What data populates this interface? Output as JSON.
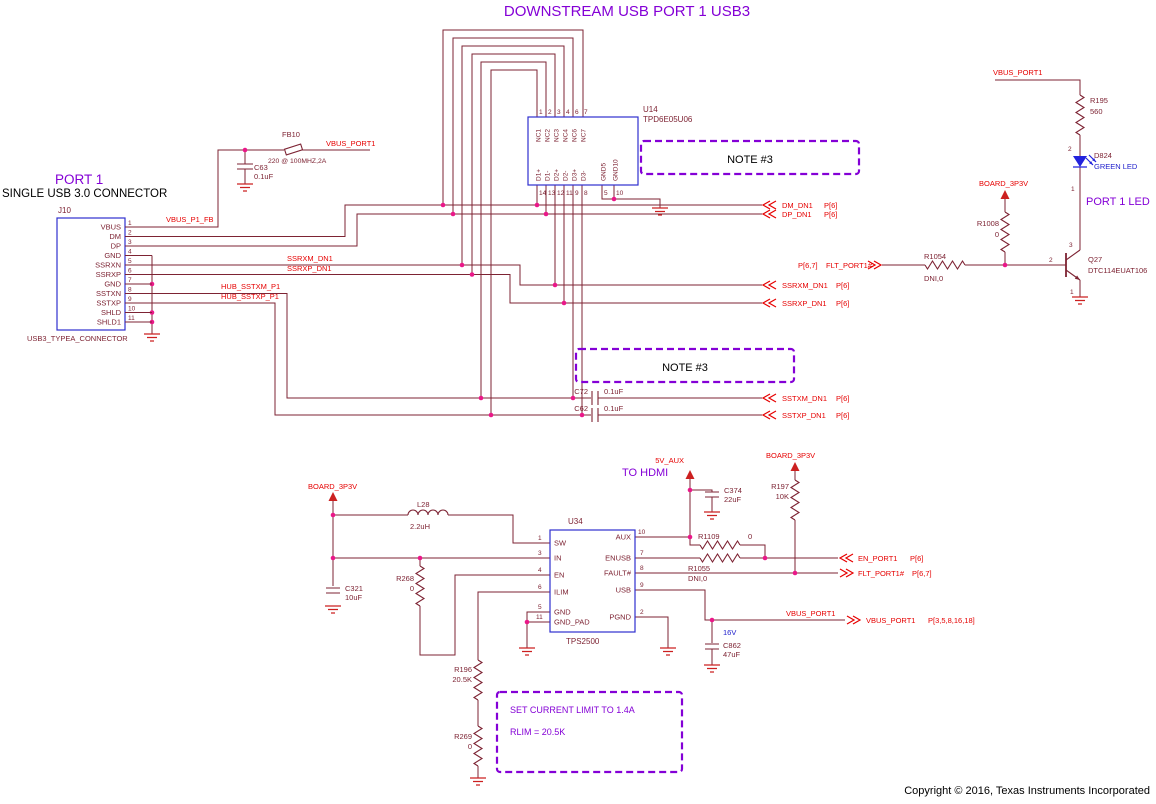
{
  "colors": {
    "wire": "#7d2333",
    "junction_dot": "#ea1889",
    "net_label_red": "#e60000",
    "symbol_outline_blue": "#3030cf",
    "annotation_purple": "#8400d6",
    "value_text_maroon": "#7d2333",
    "blue_text": "#2020cc",
    "ground_red": "#cc2020"
  },
  "title": "DOWNSTREAM USB PORT 1 USB3",
  "copyright": "Copyright © 2016, Texas Instruments Incorporated",
  "notes": {
    "note3_top": "NOTE #3",
    "note3_mid": "NOTE #3",
    "current_limit_1": "SET CURRENT LIMIT TO 1.4A",
    "current_limit_2": "RLIM = 20.5K",
    "to_hdmi": "TO HDMI",
    "port1_led": "PORT 1 LED"
  },
  "connector": {
    "heading": "PORT 1",
    "subheading": "SINGLE USB 3.0 CONNECTOR",
    "refdes": "J10",
    "footprint": "USB3_TYPEA_CONNECTOR",
    "pins": [
      {
        "num": "1",
        "name": "VBUS"
      },
      {
        "num": "2",
        "name": "DM"
      },
      {
        "num": "3",
        "name": "DP"
      },
      {
        "num": "4",
        "name": "GND"
      },
      {
        "num": "5",
        "name": "SSRXN"
      },
      {
        "num": "6",
        "name": "SSRXP"
      },
      {
        "num": "7",
        "name": "GND"
      },
      {
        "num": "8",
        "name": "SSTXN"
      },
      {
        "num": "9",
        "name": "SSTXP"
      },
      {
        "num": "10",
        "name": "SHLD"
      },
      {
        "num": "11",
        "name": "SHLD1"
      }
    ]
  },
  "u14": {
    "refdes": "U14",
    "part": "TPD6E05U06",
    "top_pins": [
      {
        "num": "1",
        "name": "NC1"
      },
      {
        "num": "2",
        "name": "NC2"
      },
      {
        "num": "3",
        "name": "NC3"
      },
      {
        "num": "4",
        "name": "NC4"
      },
      {
        "num": "6",
        "name": "NC6"
      },
      {
        "num": "7",
        "name": "NC7"
      }
    ],
    "bottom_pins": [
      {
        "num": "14",
        "name": "D1+"
      },
      {
        "num": "13",
        "name": "D1-"
      },
      {
        "num": "12",
        "name": "D2+"
      },
      {
        "num": "11",
        "name": "D2-"
      },
      {
        "num": "9",
        "name": "D3+"
      },
      {
        "num": "8",
        "name": "D3-"
      }
    ],
    "gnd_pins": [
      {
        "num": "5",
        "name": "GND5"
      },
      {
        "num": "10",
        "name": "GND10"
      }
    ]
  },
  "u34": {
    "refdes": "U34",
    "part": "TPS2500",
    "left_pins": [
      {
        "num": "1",
        "name": "SW"
      },
      {
        "num": "3",
        "name": "IN"
      },
      {
        "num": "4",
        "name": "EN"
      },
      {
        "num": "6",
        "name": "ILIM"
      },
      {
        "num": "5",
        "name": "GND"
      },
      {
        "num": "11",
        "name": "GND_PAD"
      }
    ],
    "right_pins": [
      {
        "num": "10",
        "name": "AUX"
      },
      {
        "num": "7",
        "name": "ENUSB"
      },
      {
        "num": "8",
        "name": "FAULT#"
      },
      {
        "num": "9",
        "name": "USB"
      },
      {
        "num": "2",
        "name": "PGND"
      }
    ]
  },
  "nets": {
    "vbus_p1_fb": "VBUS_P1_FB",
    "vbus_port1_top": "VBUS_PORT1",
    "ssrxm_dn1": "SSRXM_DN1",
    "ssrxp_dn1": "SSRXP_DN1",
    "hub_sstxm_p1": "HUB_SSTXM_P1",
    "hub_sstxp_p1": "HUB_SSTXP_P1",
    "vbus_port1_led": "VBUS_PORT1",
    "board_3p3v_led": "BOARD_3P3V",
    "board_3p3v_main": "BOARD_3P3V",
    "board_3p3v_r197": "BOARD_3P3V",
    "aux_5v": "5V_AUX",
    "vbus_port1_out": "VBUS_PORT1"
  },
  "ports": {
    "dm": {
      "name": "DM_DN1",
      "page": "P[6]"
    },
    "dp": {
      "name": "DP_DN1",
      "page": "P[6]"
    },
    "ssrxm": {
      "name": "SSRXM_DN1",
      "page": "P[6]"
    },
    "ssrxp": {
      "name": "SSRXP_DN1",
      "page": "P[6]"
    },
    "sstxm": {
      "name": "SSTXM_DN1",
      "page": "P[6]"
    },
    "sstxp": {
      "name": "SSTXP_DN1",
      "page": "P[6]"
    },
    "flt_in": {
      "page": "P[6,7]",
      "name": "FLT_PORT1#"
    },
    "en_out": {
      "name": "EN_PORT1",
      "page": "P[6]"
    },
    "flt_out": {
      "name": "FLT_PORT1#",
      "page": "P[6,7]"
    },
    "vbus_out": {
      "name": "VBUS_PORT1",
      "page": "P[3,5,8,16,18]"
    }
  },
  "components": {
    "fb10": {
      "refdes": "FB10",
      "value": "220 @ 100MHZ,2A"
    },
    "c63": {
      "refdes": "C63",
      "value": "0.1uF"
    },
    "c72": {
      "refdes": "C72",
      "value": "0.1uF"
    },
    "c62": {
      "refdes": "C62",
      "value": "0.1uF"
    },
    "r195": {
      "refdes": "R195",
      "value": "560"
    },
    "d824": {
      "refdes": "D824",
      "value": "GREEN LED",
      "pin_2": "2",
      "pin_1": "1"
    },
    "r1008": {
      "refdes": "R1008",
      "value": "0"
    },
    "r1054": {
      "refdes": "R1054",
      "value": "DNI,0"
    },
    "q27": {
      "refdes": "Q27",
      "value": "DTC114EUAT106",
      "pin_base": "2",
      "pin_collector": "3",
      "pin_emitter": "1"
    },
    "l28": {
      "refdes": "L28",
      "value": "2.2uH"
    },
    "c321": {
      "refdes": "C321",
      "value": "10uF"
    },
    "r268": {
      "refdes": "R268",
      "value": "0"
    },
    "r197": {
      "refdes": "R197",
      "value": "10K"
    },
    "c374": {
      "refdes": "C374",
      "value": "22uF"
    },
    "r1109": {
      "refdes": "R1109",
      "value": "0"
    },
    "r1055": {
      "refdes": "R1055",
      "value": "DNI,0"
    },
    "r196": {
      "refdes": "R196",
      "value": "20.5K"
    },
    "r269": {
      "refdes": "R269",
      "value": "0"
    },
    "c862": {
      "refdes": "C862",
      "value": "47uF",
      "rating": "16V"
    }
  }
}
